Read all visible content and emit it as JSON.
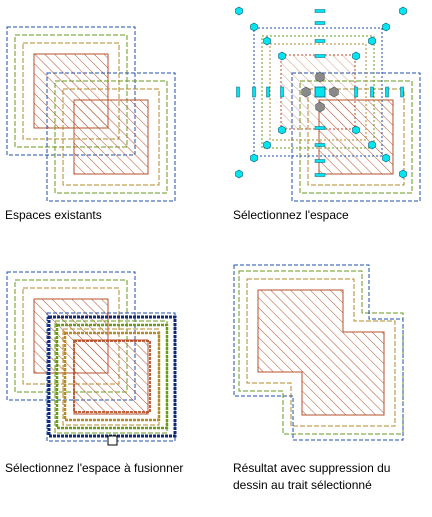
{
  "captions": {
    "existing": "Espaces existants",
    "select": "Sélectionnez l'espace",
    "select_merge": "Sélectionnez l'espace à fusionner",
    "result": "Résultat avec suppression du\ndessin au trait sélectionné"
  },
  "colors": {
    "outer_boundary": "#1f4fa8",
    "green_boundary": "#6a9a1c",
    "tan_boundary": "#b58a2a",
    "hatch": "#b5512a",
    "grip": "#00e5ee",
    "grip_outline": "#0a5a7a",
    "grip_gray": "#8a8a8a",
    "selection_blue": "#122a7a"
  }
}
